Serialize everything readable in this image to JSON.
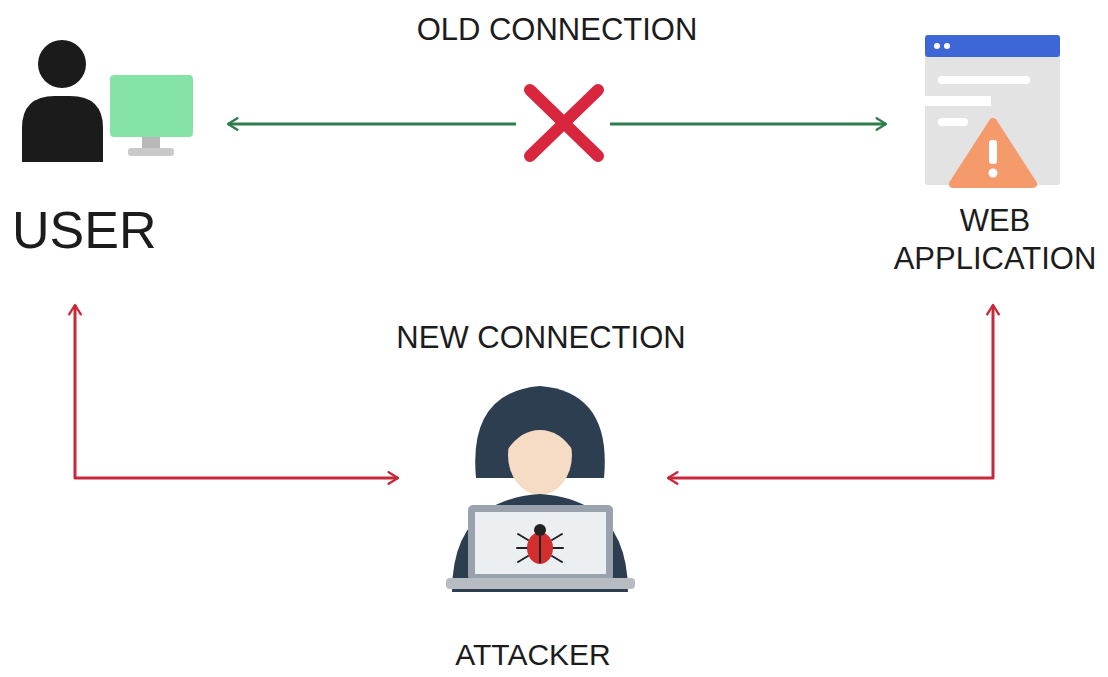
{
  "diagram": {
    "nodes": [
      {
        "text": [
          "USER"
        ]
      },
      {
        "text": [
          "WEB APPLICATION"
        ]
      },
      {
        "text": [
          "ATTACKER"
        ]
      }
    ],
    "edges": [
      {
        "from": 0,
        "to": 1,
        "arrow": "both",
        "label": "OLD CONNECTION"
      },
      {
        "from": 2,
        "to": 0,
        "arrow": "both"
      },
      {
        "from": 1,
        "to": 2,
        "arrow": "both"
      }
    ],
    "labels": [
      "NEW CONNECTION"
    ]
  }
}
